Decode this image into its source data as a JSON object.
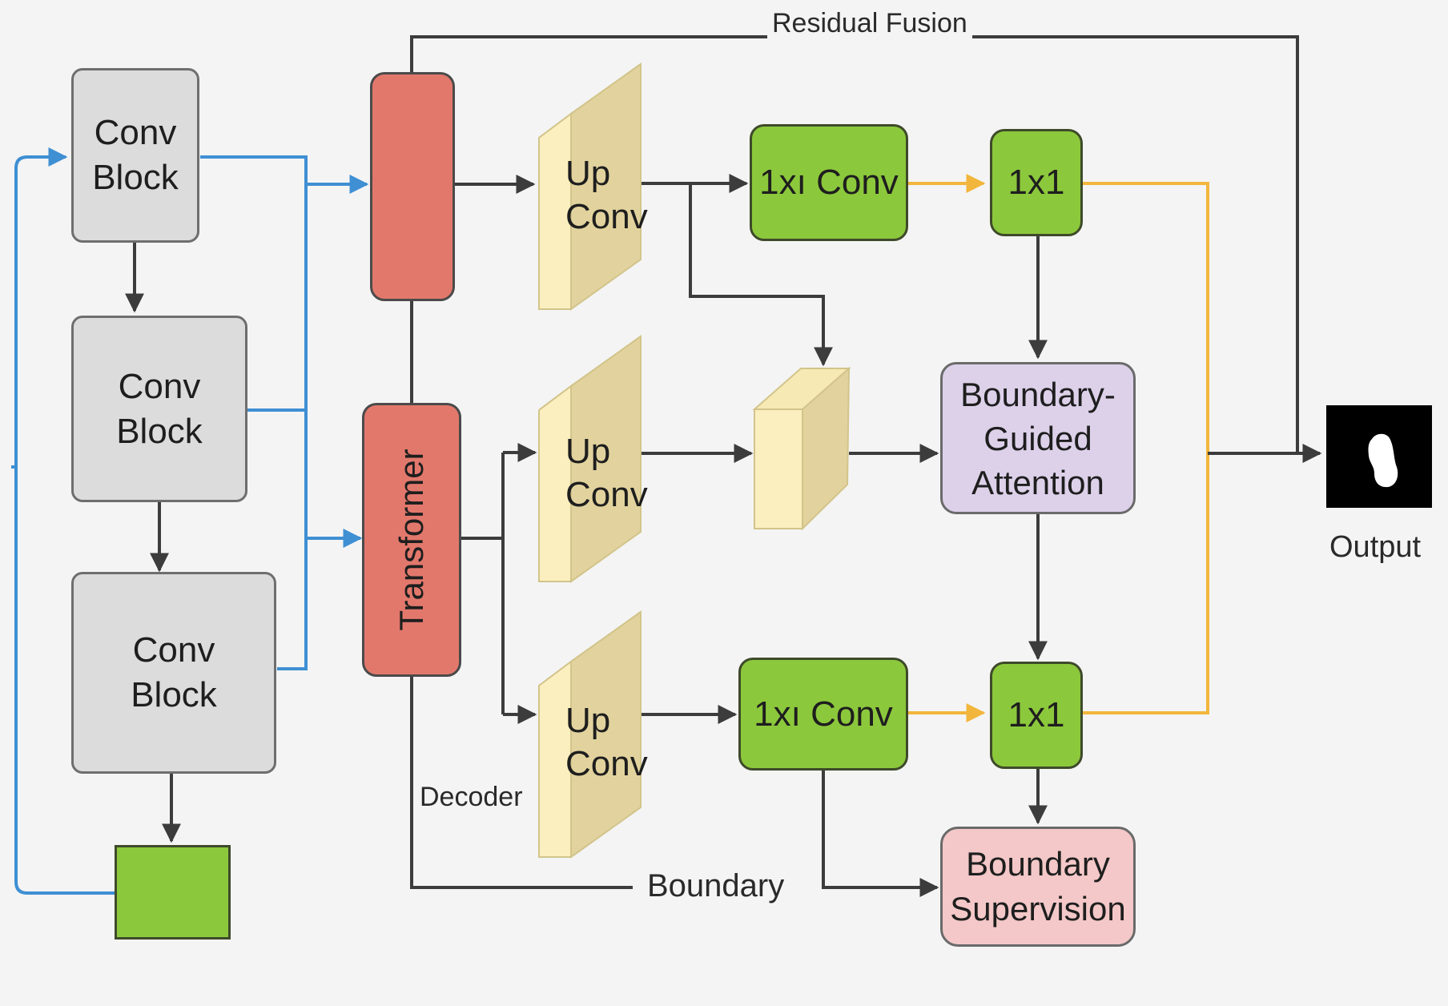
{
  "encoder": {
    "block1": "Conv\nBlock",
    "block2": "Conv\nBlock",
    "block3": "Conv\nBlock"
  },
  "transformer": {
    "label": "Transformer"
  },
  "upconv": {
    "top": "Up\nConv",
    "mid": "Up\nConv",
    "bot": "Up\nConv"
  },
  "conv1x1": {
    "top": "1xı Conv",
    "bot": "1xı Conv",
    "small_top": "1x1",
    "small_bot": "1x1"
  },
  "attention": {
    "label": "Boundary-\nGuided\nAttention"
  },
  "supervision": {
    "label": "Boundary\nSupervision"
  },
  "labels": {
    "residual_fusion": "Residual Fusion",
    "decoder": "Decoder",
    "boundary": "Boundary",
    "output": "Output"
  },
  "colors": {
    "conv_block": "#dcdcdc",
    "transformer": "#e2786c",
    "upconv": "#fbefbf",
    "conv_green": "#8cc83c",
    "attention": "#ddd1ea",
    "supervision": "#f4c8c8",
    "skip_arrow": "#3f8fd3",
    "fusion_arrow": "#f2b63c",
    "arrow": "#3c3c3c"
  }
}
